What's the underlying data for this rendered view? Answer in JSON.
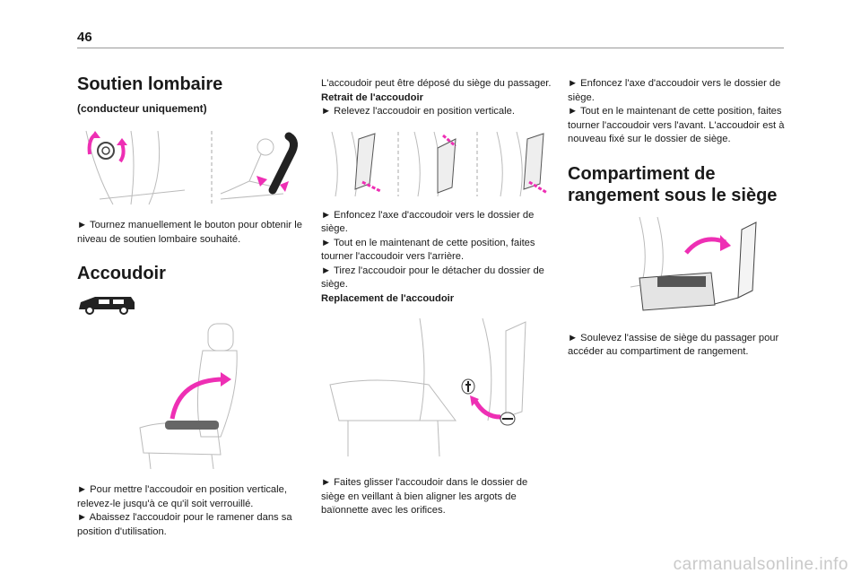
{
  "page": {
    "number": "46",
    "watermark": "carmanualsonline.info"
  },
  "col1": {
    "title": "Soutien lombaire",
    "subtitle": "(conducteur uniquement)",
    "lumbar_text": "► Tournez manuellement le bouton pour obtenir le niveau de soutien lombaire souhaité.",
    "armrest_title": "Accoudoir",
    "armrest_text1": "► Pour mettre l'accoudoir en position verticale, relevez-le jusqu'à ce qu'il soit verrouillé.",
    "armrest_text2": "► Abaissez l'accoudoir pour le ramener dans sa position d'utilisation."
  },
  "col2": {
    "intro": "L'accoudoir peut être déposé du siège du passager.",
    "remove_title": "Retrait de l'accoudoir",
    "remove_step1": "► Relevez l'accoudoir en position verticale.",
    "remove_step2": "► Enfoncez l'axe d'accoudoir vers le dossier de siège.",
    "remove_step3": "► Tout en le maintenant de cette position, faites tourner l'accoudoir vers l'arrière.",
    "remove_step4": "► Tirez l'accoudoir pour le détacher du dossier de siège.",
    "refit_title": "Replacement de l'accoudoir",
    "refit_step1": "► Faites glisser l'accoudoir dans le dossier de siège en veillant à bien aligner les argots de baïonnette avec les orifices."
  },
  "col3": {
    "step1": "► Enfoncez l'axe d'accoudoir vers le dossier de siège.",
    "step2": "► Tout en le maintenant de cette position, faites tourner l'accoudoir vers l'avant. L'accoudoir est à nouveau fixé sur le dossier de siège.",
    "storage_title": "Compartiment de rangement sous le siège",
    "storage_text": "► Soulevez l'assise de siège du passager pour accéder au compartiment de rangement."
  },
  "colors": {
    "accent": "#ee2fb4",
    "line": "#9a9a9a",
    "text": "#1a1a1a"
  }
}
